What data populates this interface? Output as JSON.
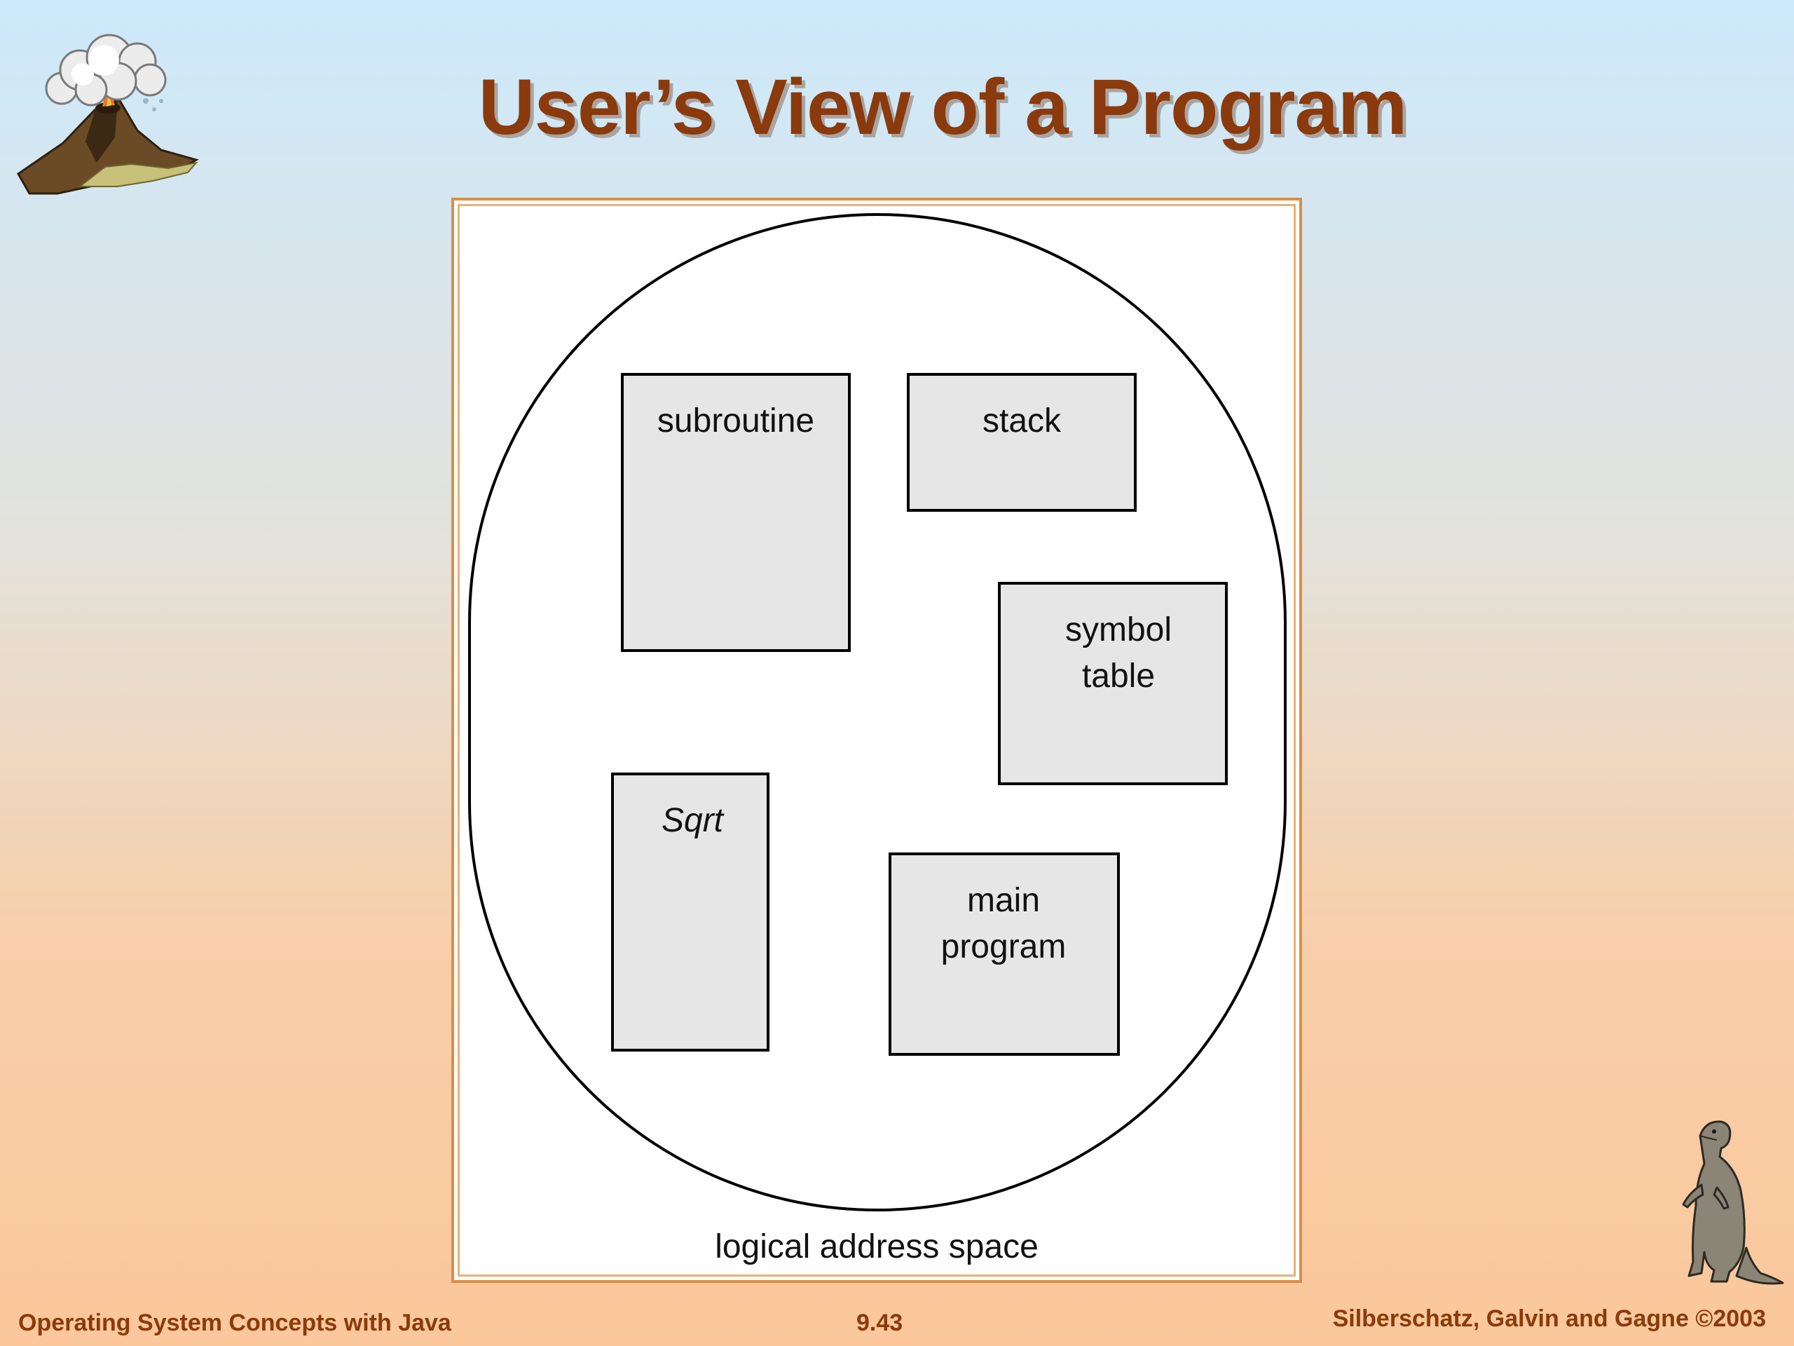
{
  "slide": {
    "title": "User’s View of a Program",
    "footer_left": "Operating System Concepts with Java",
    "footer_center": "9.43",
    "footer_right": "Silberschatz, Galvin and Gagne ©2003"
  },
  "diagram": {
    "segments": {
      "subroutine": "subroutine",
      "stack": "stack",
      "symbol_table_line1": "symbol",
      "symbol_table_line2": "table",
      "sqrt": "Sqrt",
      "main_program_line1": "main",
      "main_program_line2": "program"
    },
    "caption": "logical address space"
  },
  "colors": {
    "title": "#8a3a0c",
    "frame_border": "#d98e47",
    "segment_fill": "#e6e6e6"
  },
  "icons": [
    "volcano-icon",
    "dinosaur-icon"
  ]
}
